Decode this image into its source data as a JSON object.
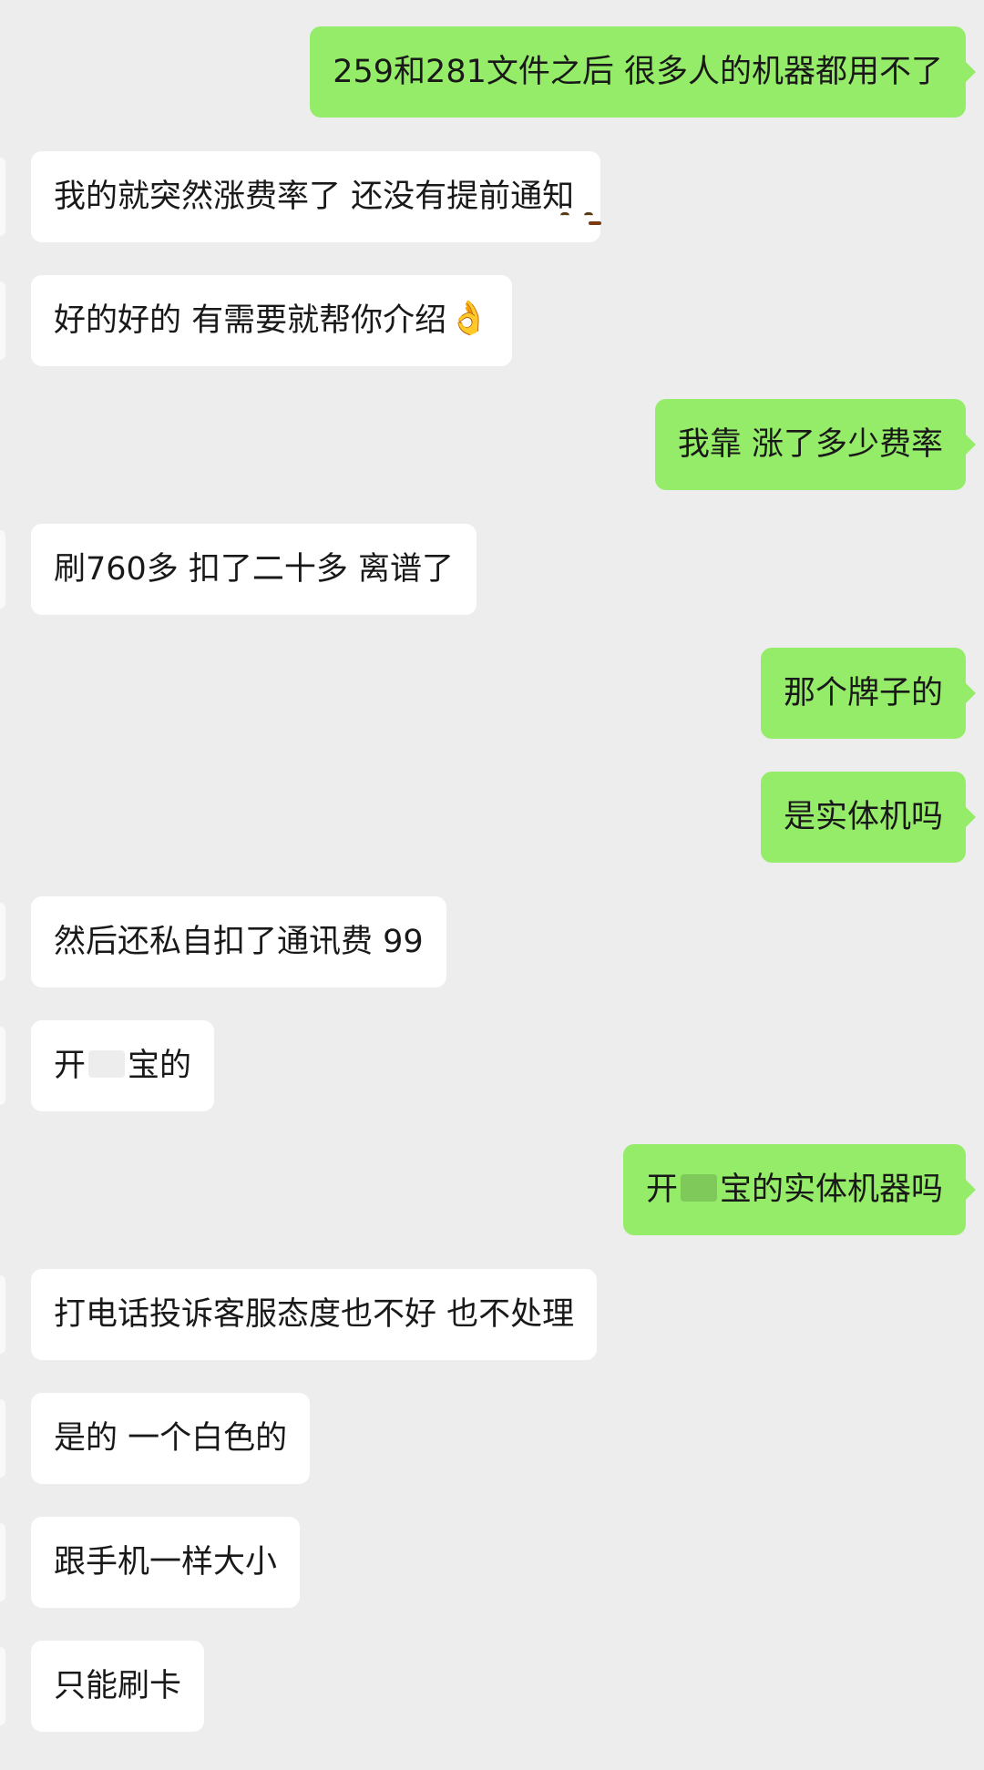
{
  "chat": {
    "messages": [
      {
        "side": "out",
        "text": "259和281文件之后  很多人的机器都用不了"
      },
      {
        "side": "in",
        "text": "我的就突然涨费率了  还没有提前通知",
        "emoji": "face-with-bandage-icon"
      },
      {
        "side": "in",
        "text": "好的好的 有需要就帮你介绍",
        "emoji": "ok-hand-icon"
      },
      {
        "side": "out",
        "text": "我靠  涨了多少费率"
      },
      {
        "side": "in",
        "text": "刷760多  扣了二十多 离谱了"
      },
      {
        "side": "out",
        "text": "那个牌子的"
      },
      {
        "side": "out",
        "text": "是实体机吗"
      },
      {
        "side": "in",
        "text": "然后还私自扣了通讯费  99"
      },
      {
        "side": "in",
        "text_before": "开",
        "text_after": "宝的"
      },
      {
        "side": "out",
        "text_before": "开",
        "text_after": "宝的实体机器吗"
      },
      {
        "side": "in",
        "text": "打电话投诉客服态度也不好  也不处理"
      },
      {
        "side": "in",
        "text": "是的   一个白色的"
      },
      {
        "side": "in",
        "text": "跟手机一样大小"
      },
      {
        "side": "in",
        "text": "只能刷卡"
      }
    ]
  },
  "colors": {
    "background": "#ededed",
    "incoming_bubble": "#ffffff",
    "outgoing_bubble": "#95ec69",
    "text": "#191919"
  }
}
